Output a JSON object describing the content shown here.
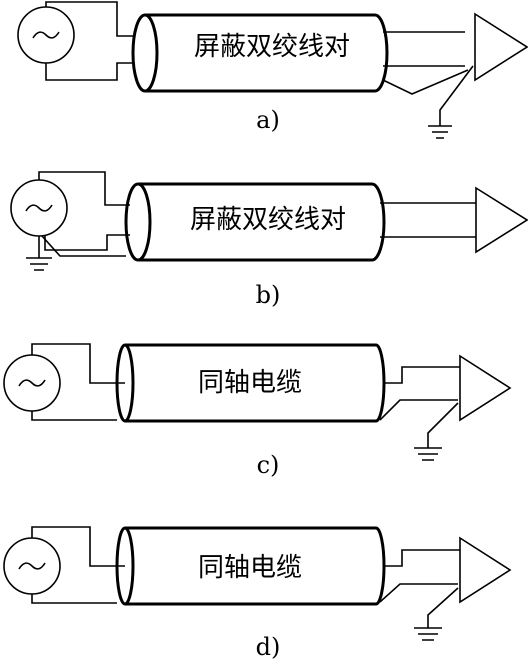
{
  "diagrams": [
    {
      "id": "a",
      "cable_label": "屏蔽双绞线对",
      "caption": "a)"
    },
    {
      "id": "b",
      "cable_label": "屏蔽双绞线对",
      "caption": "b)"
    },
    {
      "id": "c",
      "cable_label": "同轴电缆",
      "caption": "c)"
    },
    {
      "id": "d",
      "cable_label": "同轴电缆",
      "caption": "d)"
    }
  ],
  "icons": {
    "source": "ac-source-icon",
    "ground": "ground-icon",
    "amplifier": "amplifier-icon"
  }
}
